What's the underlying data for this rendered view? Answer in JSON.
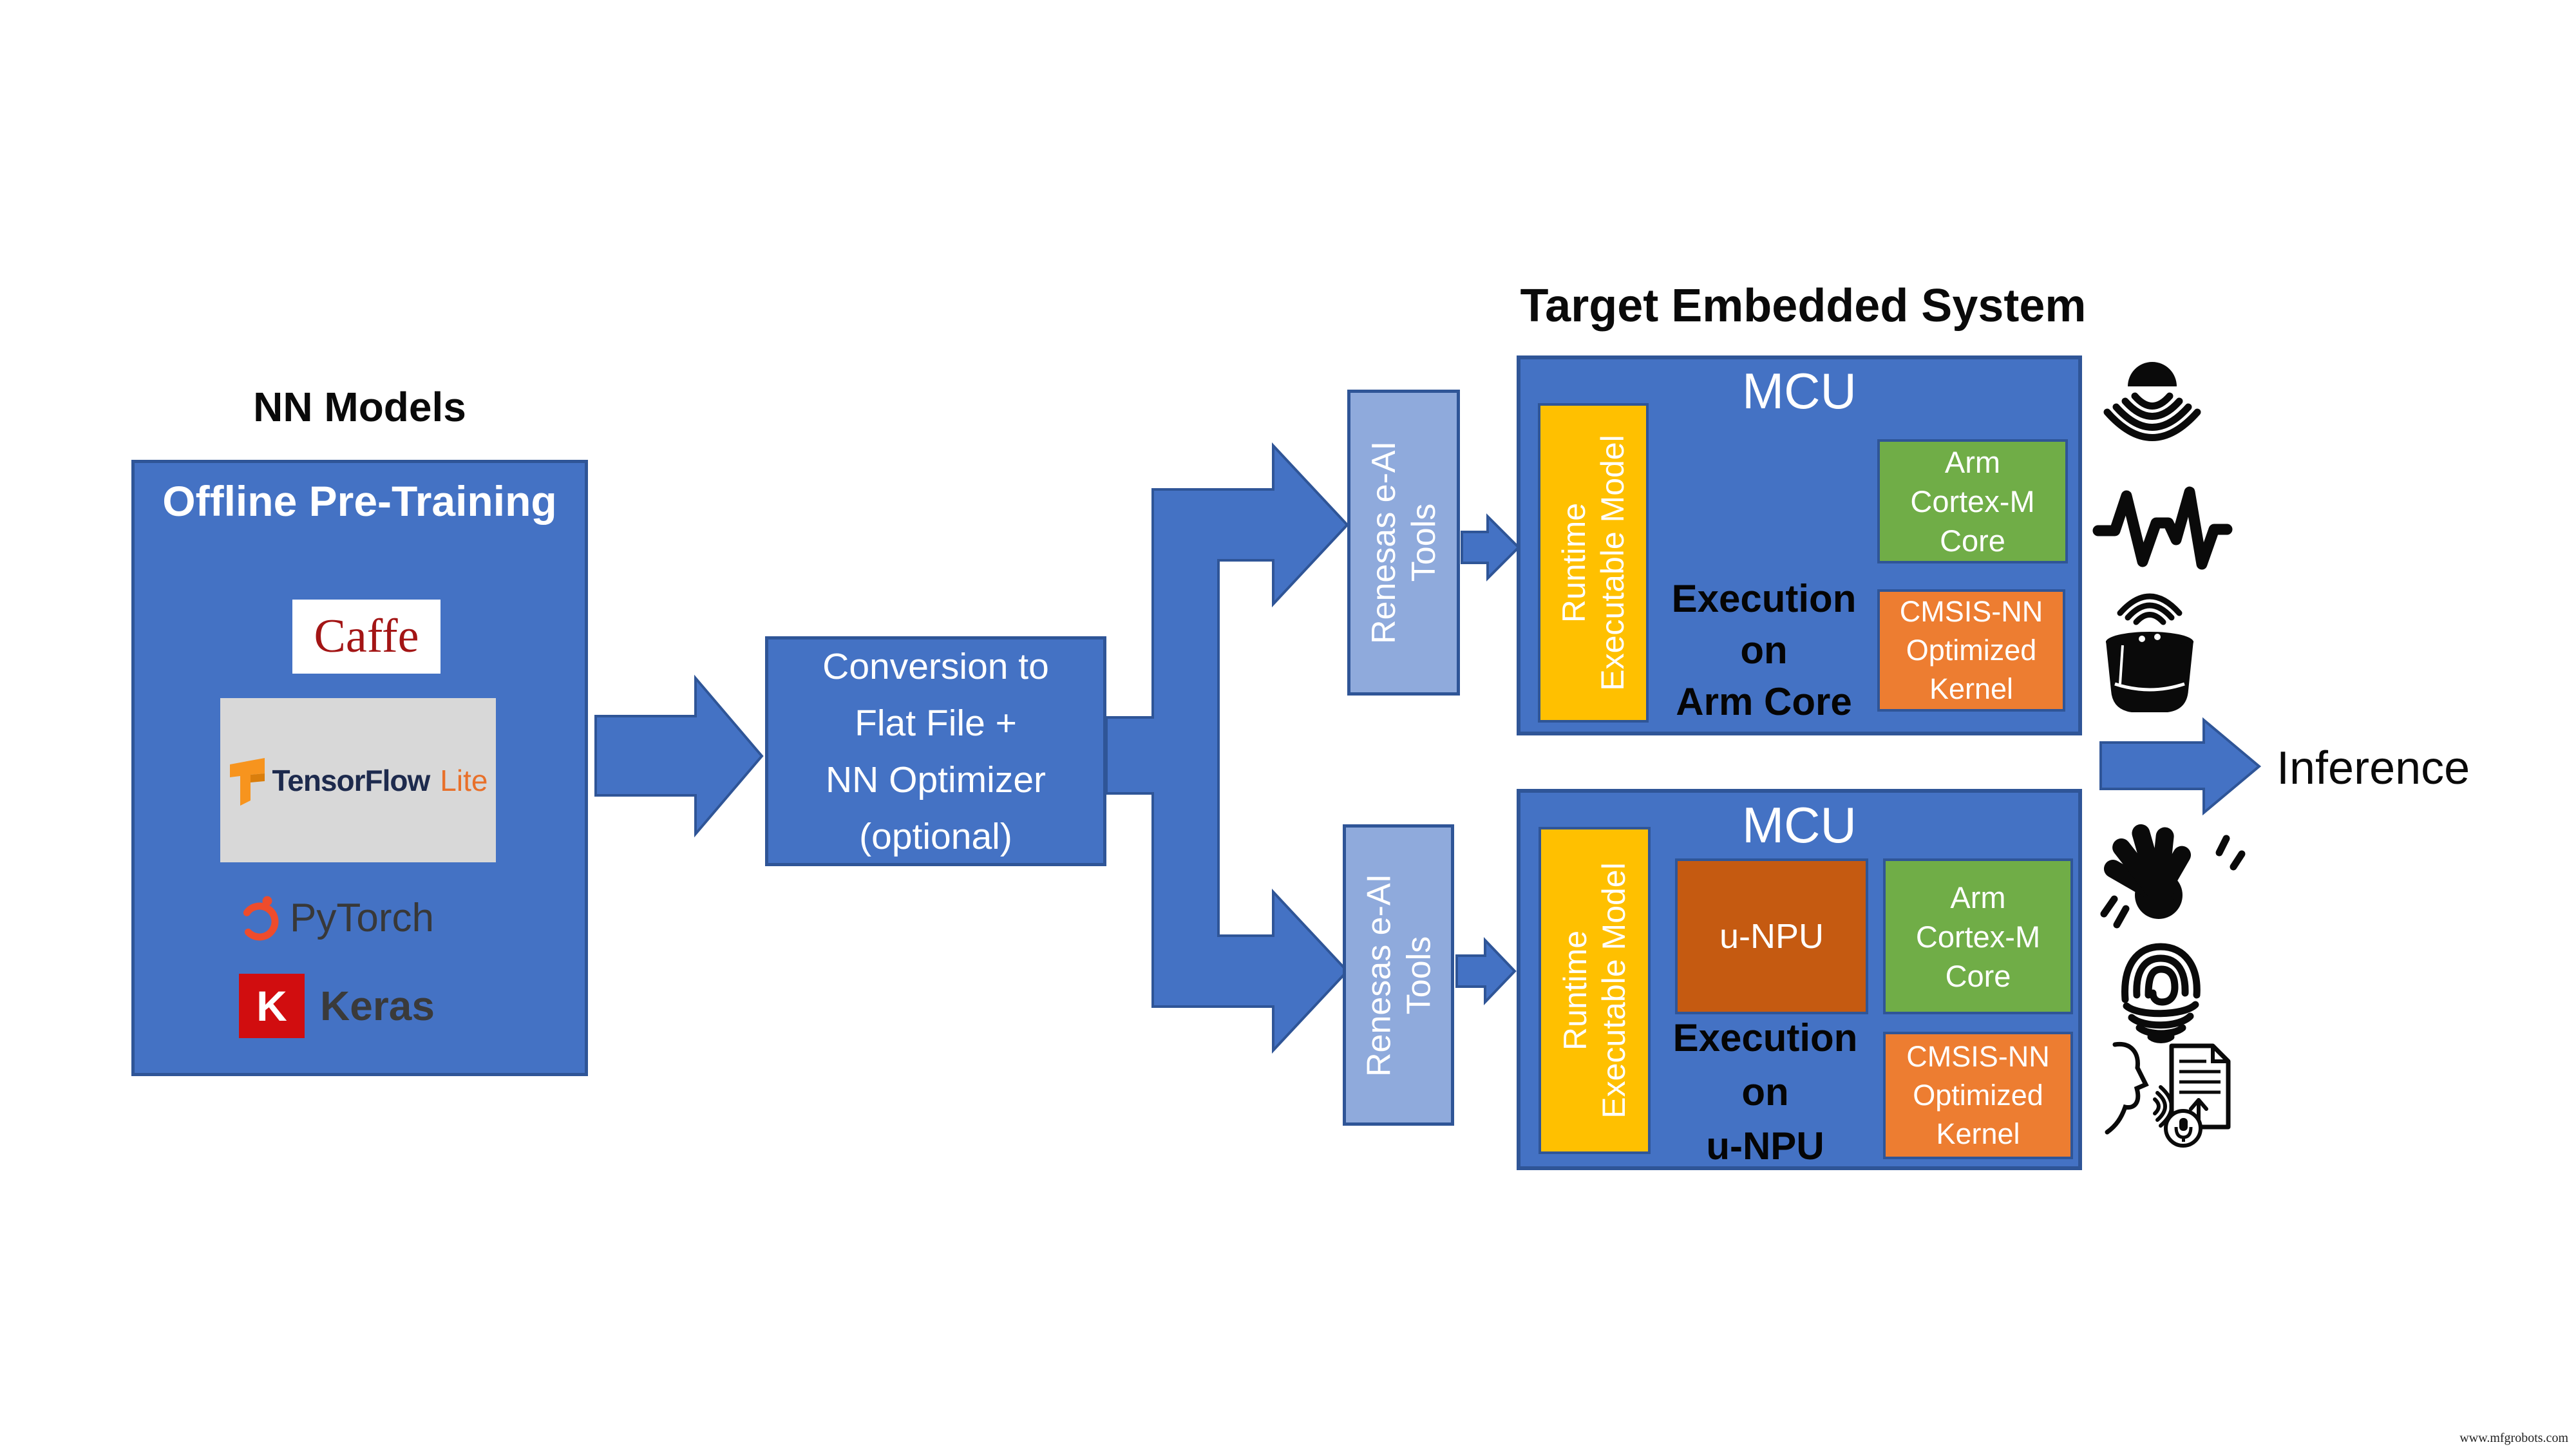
{
  "page": {
    "watermark": "www.mfgrobots.com"
  },
  "colors": {
    "primary_blue": "#4472C4",
    "border_blue": "#2F5597",
    "light_blue": "#8FAADC",
    "yellow": "#FFC000",
    "green": "#70AD47",
    "orange": "#ED7D31",
    "dark_orange": "#C55A11",
    "caffe_red": "#A31515",
    "keras_red": "#D10D0F",
    "tf_navy": "#1D2A4D",
    "tf_lite_orange": "#E8702A",
    "pytorch_orange": "#EE4C2C",
    "icon_black": "#0A0A0A"
  },
  "nn_models": {
    "title": "NN Models",
    "box_label": "Offline Pre-Training",
    "frameworks": {
      "caffe": "Caffe",
      "tensorflow": "TensorFlow",
      "tensorflow_lite": "Lite",
      "pytorch": "PyTorch",
      "keras": "Keras",
      "keras_logo_letter": "K"
    }
  },
  "conversion": {
    "line1": "Conversion to",
    "line2": "Flat File +",
    "line3": "NN Optimizer",
    "line4": "(optional)"
  },
  "embedded_system": {
    "title": "Target Embedded System",
    "tools_top": {
      "line1": "Renesas e-AI",
      "line2": "Tools"
    },
    "tools_bottom": {
      "line1": "Renesas e-AI",
      "line2": "Tools"
    },
    "mcu_top": {
      "title": "MCU",
      "runtime": {
        "line1": "Runtime",
        "line2": "Executable Model"
      },
      "core": {
        "line1": "Arm",
        "line2": "Cortex-M",
        "line3": "Core"
      },
      "kernel": {
        "line1": "CMSIS-NN",
        "line2": "Optimized",
        "line3": "Kernel"
      },
      "execution": {
        "line1": "Execution on",
        "line2": "Arm Core"
      }
    },
    "mcu_bottom": {
      "title": "MCU",
      "runtime": {
        "line1": "Runtime",
        "line2": "Executable Model"
      },
      "npu": "u-NPU",
      "core": {
        "line1": "Arm",
        "line2": "Cortex-M",
        "line3": "Core"
      },
      "kernel": {
        "line1": "CMSIS-NN",
        "line2": "Optimized",
        "line3": "Kernel"
      },
      "execution": {
        "line1": "Execution on",
        "line2": "u-NPU"
      }
    }
  },
  "inference": {
    "label": "Inference"
  },
  "icons": {
    "use_cases_top": [
      "ultrasound-sensor",
      "signal-waveform",
      "smart-speaker"
    ],
    "use_cases_bottom": [
      "waving-hand",
      "fingerprint",
      "speech-to-text"
    ]
  }
}
